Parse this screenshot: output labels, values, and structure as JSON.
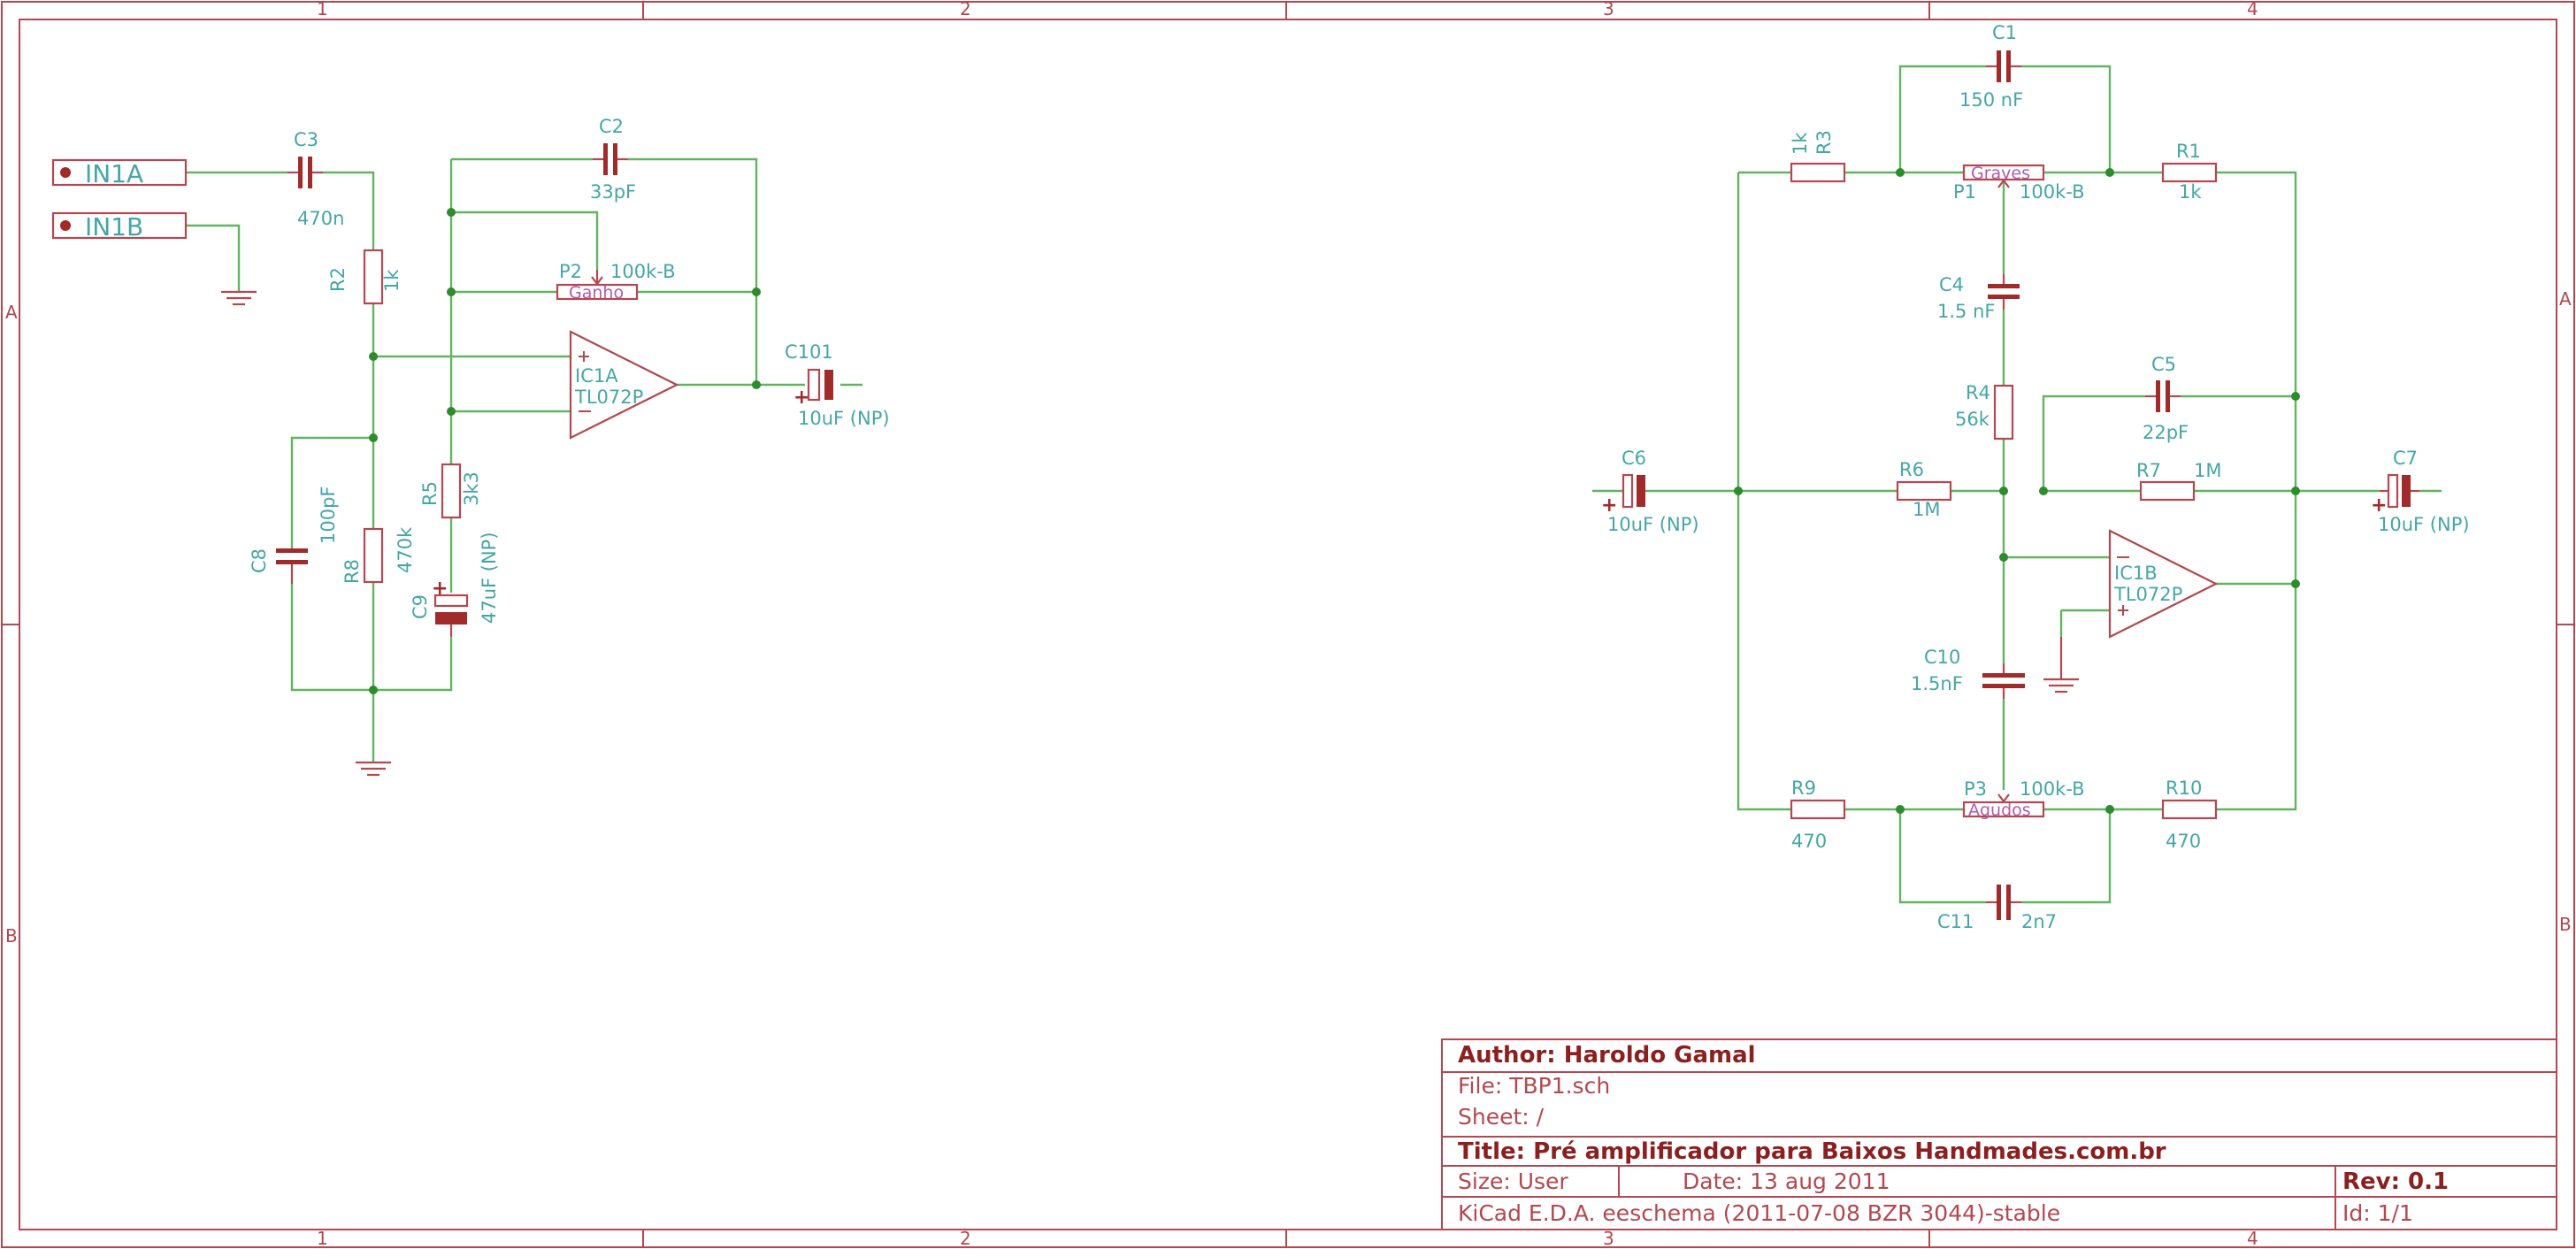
{
  "border": {
    "columns": [
      "1",
      "2",
      "3",
      "4"
    ],
    "rows": [
      "A",
      "B"
    ]
  },
  "connectors": [
    {
      "id": "in1a",
      "label": "IN1A"
    },
    {
      "id": "in1b",
      "label": "IN1B"
    }
  ],
  "components": {
    "C3": {
      "ref": "C3",
      "value": "470n"
    },
    "R2": {
      "ref": "R2",
      "value": "1k"
    },
    "C2": {
      "ref": "C2",
      "value": "33pF"
    },
    "P2": {
      "ref": "P2",
      "value": "100k-B",
      "body": "Ganho"
    },
    "IC1A": {
      "ref": "IC1A",
      "value": "TL072P"
    },
    "C101": {
      "ref": "C101",
      "value": "10uF (NP)"
    },
    "R5": {
      "ref": "R5",
      "value": "3k3"
    },
    "C8": {
      "ref": "C8",
      "value": "100pF"
    },
    "R8": {
      "ref": "R8",
      "value": "470k"
    },
    "C9": {
      "ref": "C9",
      "value": "47uF (NP)"
    },
    "C1": {
      "ref": "C1",
      "value": "150 nF"
    },
    "R3": {
      "ref": "R3",
      "value": "1k"
    },
    "P1": {
      "ref": "P1",
      "value": "100k-B",
      "body": "Graves"
    },
    "R1": {
      "ref": "R1",
      "value": "1k"
    },
    "C4": {
      "ref": "C4",
      "value": "1.5 nF"
    },
    "R4": {
      "ref": "R4",
      "value": "56k"
    },
    "C5": {
      "ref": "C5",
      "value": "22pF"
    },
    "C6": {
      "ref": "C6",
      "value": "10uF (NP)"
    },
    "R6": {
      "ref": "R6",
      "value": "1M"
    },
    "R7": {
      "ref": "R7",
      "value": "1M"
    },
    "C7": {
      "ref": "C7",
      "value": "10uF (NP)"
    },
    "IC1B": {
      "ref": "IC1B",
      "value": "TL072P"
    },
    "C10": {
      "ref": "C10",
      "value": "1.5nF"
    },
    "R9": {
      "ref": "R9",
      "value": "470"
    },
    "P3": {
      "ref": "P3",
      "value": "100k-B",
      "body": "Agudos"
    },
    "R10": {
      "ref": "R10",
      "value": "470"
    },
    "C11": {
      "ref": "C11",
      "value": "2n7"
    }
  },
  "titleblock": {
    "author": "Author: Haroldo Gamal",
    "file": "File: TBP1.sch",
    "sheet": "Sheet: /",
    "title": "Title: Pré amplificador para Baixos Handmades.com.br",
    "size": "Size: User",
    "date": "Date: 13 aug 2011",
    "rev": "Rev: 0.1",
    "tool": "KiCad E.D.A.  eeschema (2011-07-08 BZR 3044)-stable",
    "id": "Id: 1/1"
  },
  "colors": {
    "frame": "#b4474f",
    "wire": "#62b462",
    "junction": "#2e8b2e",
    "label": "#45a6a6",
    "plate": "#a12a2a"
  }
}
